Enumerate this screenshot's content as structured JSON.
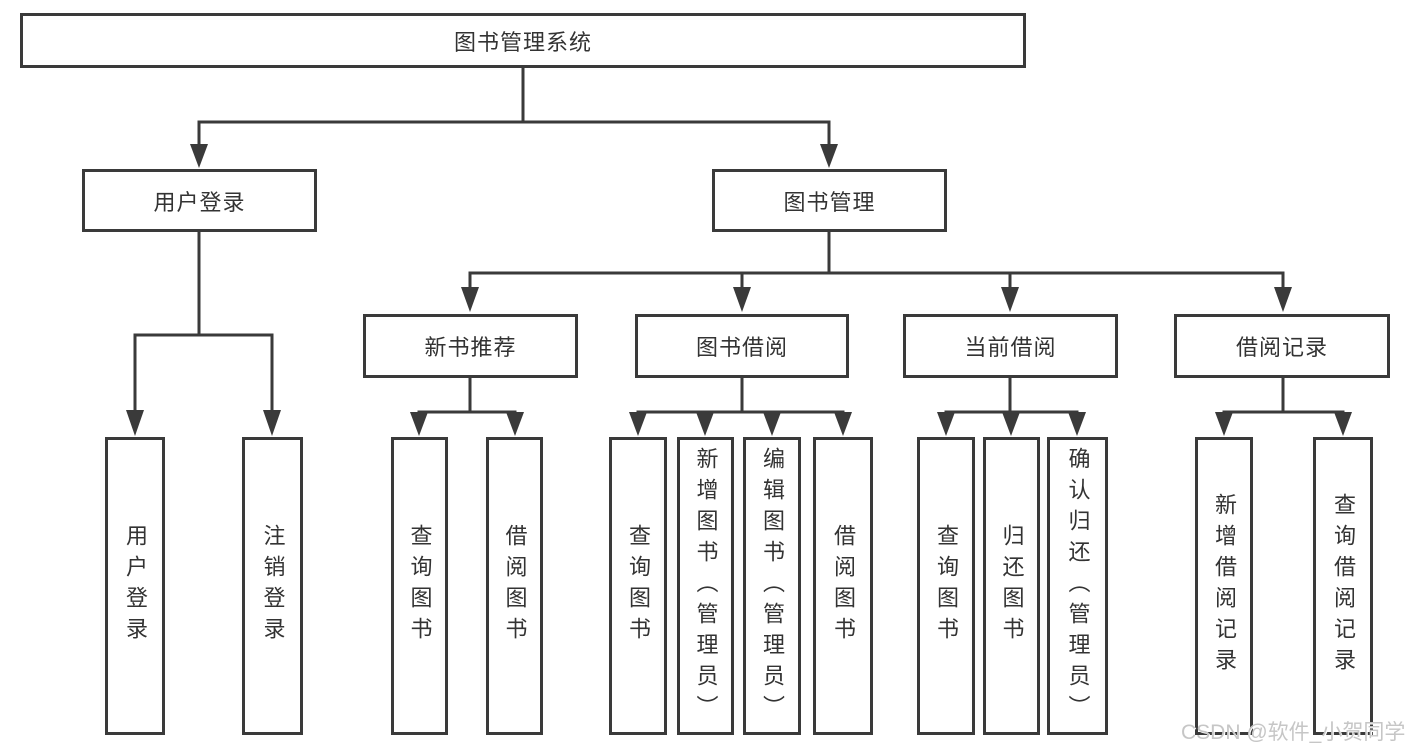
{
  "diagram": {
    "root": {
      "label": "图书管理系统"
    },
    "level1": [
      {
        "label": "用户登录"
      },
      {
        "label": "图书管理"
      }
    ],
    "level2": [
      {
        "label": "新书推荐",
        "parent": "图书管理"
      },
      {
        "label": "图书借阅",
        "parent": "图书管理"
      },
      {
        "label": "当前借阅",
        "parent": "图书管理"
      },
      {
        "label": "借阅记录",
        "parent": "图书管理"
      }
    ],
    "leaves": [
      {
        "label": "用户登录",
        "parent": "用户登录"
      },
      {
        "label": "注销登录",
        "parent": "用户登录"
      },
      {
        "label": "查询图书",
        "parent": "新书推荐"
      },
      {
        "label": "借阅图书",
        "parent": "新书推荐"
      },
      {
        "label": "查询图书",
        "parent": "图书借阅"
      },
      {
        "label": "新增图书（管理员）",
        "parent": "图书借阅"
      },
      {
        "label": "编辑图书（管理员）",
        "parent": "图书借阅"
      },
      {
        "label": "借阅图书",
        "parent": "图书借阅"
      },
      {
        "label": "查询图书",
        "parent": "当前借阅"
      },
      {
        "label": "归还图书",
        "parent": "当前借阅"
      },
      {
        "label": "确认归还（管理员）",
        "parent": "当前借阅"
      },
      {
        "label": "新增借阅记录",
        "parent": "借阅记录"
      },
      {
        "label": "查询借阅记录",
        "parent": "借阅记录"
      }
    ],
    "colors": {
      "line": "#3a3a3a",
      "border": "#3a3a3a",
      "text": "#333333",
      "node_fill": "#ffffff",
      "background": "#ffffff",
      "watermark": "#c6c6c6"
    }
  },
  "watermark": {
    "text": "CSDN @软件_小贺同学"
  }
}
